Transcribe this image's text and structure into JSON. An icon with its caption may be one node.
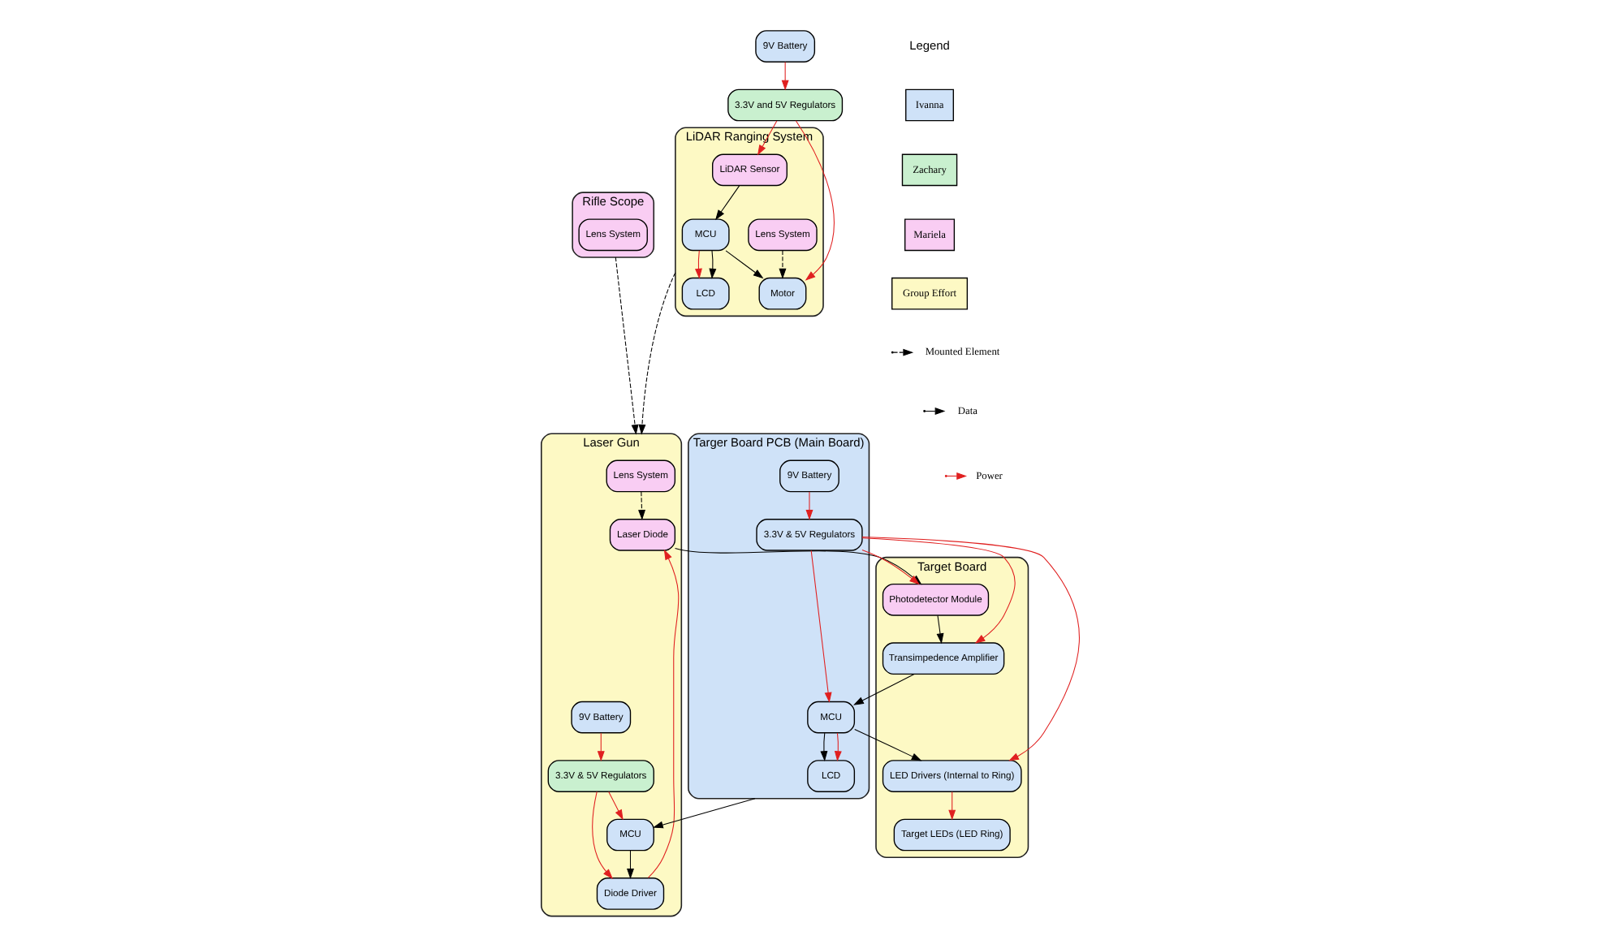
{
  "diagram": {
    "nodes": [
      {
        "text": [
          "Rifle Scope"
        ]
      },
      {
        "text": [
          "Lens System"
        ],
        "in": 0
      },
      {
        "text": [
          "Laser Gun"
        ]
      },
      {
        "text": [
          "Lens System"
        ],
        "in": 2
      },
      {
        "text": [
          "Laser Diode"
        ],
        "in": 2
      },
      {
        "text": [
          "Diode Driver"
        ],
        "in": 2
      },
      {
        "text": [
          "9V Battery"
        ],
        "in": 2
      },
      {
        "text": [
          "3.3V & 5V Regulators"
        ],
        "in": 2
      },
      {
        "text": [
          "MCU"
        ],
        "in": 2
      },
      {
        "text": [
          "9V Battery"
        ]
      },
      {
        "text": [
          "3.3V and 5V Regulators"
        ]
      },
      {
        "text": [
          "LiDAR Ranging System"
        ]
      },
      {
        "text": [
          "MCU"
        ],
        "in": 11
      },
      {
        "text": [
          "Motor"
        ],
        "in": 11
      },
      {
        "text": [
          "Lens System"
        ],
        "in": 11
      },
      {
        "text": [
          "LCD"
        ],
        "in": 11
      },
      {
        "text": [
          "LiDAR Sensor"
        ],
        "in": 11
      },
      {
        "text": [
          "Targer Board PCB (Main Board)"
        ]
      },
      {
        "text": [
          "LCD"
        ],
        "in": 17
      },
      {
        "text": [
          "MCU"
        ],
        "in": 17
      },
      {
        "text": [
          "9V Battery"
        ],
        "in": 17
      },
      {
        "text": [
          "3.3V & 5V Regulators"
        ],
        "in": 17
      },
      {
        "text": [
          "Target Board"
        ]
      },
      {
        "text": [
          "Target LEDs (LED Ring)"
        ],
        "in": 22
      },
      {
        "text": [
          "LED Drivers (Internal to Ring)"
        ],
        "in": 22
      },
      {
        "text": [
          "Photodetector Module"
        ],
        "in": 22
      },
      {
        "text": [
          "Transimpedence Amplifier"
        ],
        "in": 22
      }
    ],
    "edges": [
      {
        "from": 0,
        "to": 2,
        "arrow": "to",
        "style": "dashed",
        "color": "#000000"
      },
      {
        "from": 3,
        "to": 4,
        "arrow": "to",
        "style": "dashed",
        "color": "#000000"
      },
      {
        "from": 5,
        "to": 4,
        "arrow": "to"
      },
      {
        "from": 7,
        "to": 5,
        "arrow": "to"
      },
      {
        "from": 8,
        "to": 5,
        "arrow": "to",
        "color": "#000000"
      },
      {
        "from": 6,
        "to": 7,
        "arrow": "to"
      },
      {
        "from": 7,
        "to": 8,
        "arrow": "to"
      },
      {
        "from": 17,
        "to": 8,
        "arrow": "to",
        "color": "#000000"
      },
      {
        "from": 4,
        "to": 25,
        "arrow": "to",
        "color": "#000000"
      },
      {
        "from": 11,
        "to": 2,
        "arrow": "to",
        "style": "dashed",
        "color": "#000000"
      },
      {
        "from": 9,
        "to": 10,
        "arrow": "to"
      },
      {
        "from": 10,
        "to": 13,
        "arrow": "to"
      },
      {
        "from": 10,
        "to": 16,
        "arrow": "to"
      },
      {
        "from": 12,
        "to": 13,
        "arrow": "to",
        "color": "#000000"
      },
      {
        "from": 14,
        "to": 13,
        "arrow": "to",
        "style": "dashed",
        "color": "#000000"
      },
      {
        "from": 12,
        "to": 15,
        "arrow": "to"
      },
      {
        "from": 12,
        "to": 15,
        "arrow": "to",
        "color": "#000000"
      },
      {
        "from": 16,
        "to": 12,
        "arrow": "to",
        "color": "#000000"
      },
      {
        "from": 19,
        "to": 18,
        "arrow": "to",
        "color": "#000000"
      },
      {
        "from": 19,
        "to": 18,
        "arrow": "to"
      },
      {
        "from": 20,
        "to": 21,
        "arrow": "to"
      },
      {
        "from": 21,
        "to": 19,
        "arrow": "to"
      },
      {
        "from": 19,
        "to": 24,
        "arrow": "to",
        "color": "#000000"
      },
      {
        "from": 26,
        "to": 19,
        "arrow": "to",
        "color": "#000000"
      },
      {
        "from": 21,
        "to": 25,
        "arrow": "to"
      },
      {
        "from": 21,
        "to": 24,
        "arrow": "to"
      },
      {
        "from": 21,
        "to": 26,
        "arrow": "to"
      },
      {
        "from": 24,
        "to": 23,
        "arrow": "to"
      },
      {
        "from": 25,
        "to": 26,
        "arrow": "to",
        "color": "#000000"
      }
    ],
    "labels": [
      "Legend"
    ],
    "legend": [
      {
        "text": "Ivanna",
        "color": "#cfe2f8"
      },
      {
        "text": "Zachary",
        "color": "#c9f0cf"
      },
      {
        "text": "Mariela",
        "color": "#f9cdf3"
      },
      {
        "text": "Group Effort",
        "color": "#fdf9c4"
      },
      {
        "text": "Mounted Element"
      },
      {
        "text": "Data"
      },
      {
        "text": "Power"
      }
    ]
  }
}
